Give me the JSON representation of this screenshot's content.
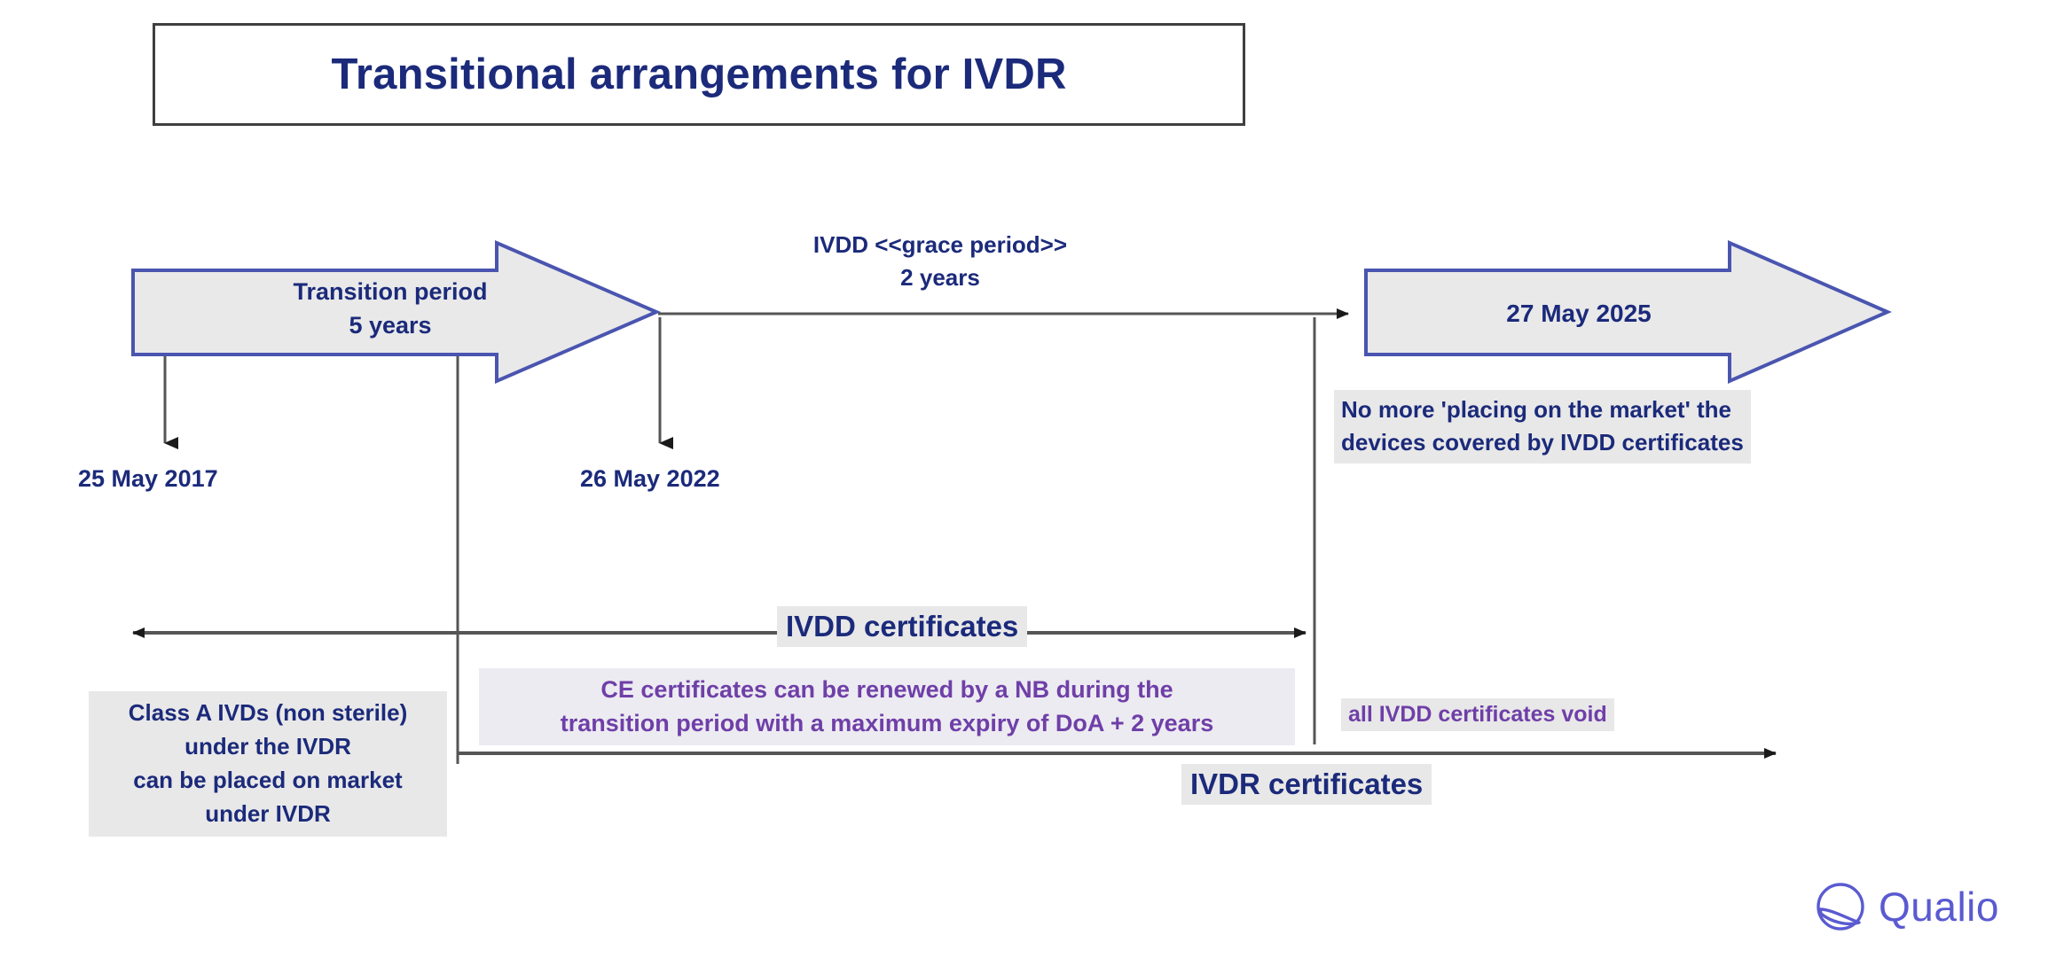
{
  "slide": {
    "title": "Transitional arrangements for IVDR",
    "background_color": "#ffffff"
  },
  "colors": {
    "navy_text": "#1b2a7a",
    "purple_text": "#6f3fa8",
    "arrow_fill": "#e9e9e9",
    "arrow_border": "#4a55b0",
    "highlight_bg": "#e8e8e8",
    "lavender_bg": "#ecebf1",
    "line": "#555555",
    "brand": "#5a5ad1"
  },
  "timeline": {
    "transition_arrow": {
      "line1": "Transition period",
      "line2": "5 years"
    },
    "grace_period": {
      "line1": "IVDD <<grace period>>",
      "line2": "2 years"
    },
    "end_arrow": {
      "label": "27 May 2025"
    },
    "milestones": [
      {
        "name": "date-of-application",
        "label": "25 May 2017"
      },
      {
        "name": "ivdr-application",
        "label": "26 May 2022"
      }
    ],
    "no_more_placing": {
      "line1": "No more 'placing on the market' the",
      "line2": "devices covered by IVDD certificates"
    },
    "ivdd_certificates_label": "IVDD certificates",
    "ivdr_certificates_label": "IVDR certificates",
    "ce_renewal_note": {
      "line1": "CE certificates can be renewed by a NB during the",
      "line2": "transition period with a maximum expiry of DoA + 2 years"
    },
    "class_a_note": {
      "line1": "Class A IVDs (non sterile)",
      "line2": "under the IVDR",
      "line3": "can be placed on market",
      "line4": "under IVDR"
    },
    "certificates_void_label": "all IVDD certificates void"
  },
  "branding": {
    "logo_icon": "qualio-circle-swoosh-icon",
    "name": "Qualio"
  }
}
